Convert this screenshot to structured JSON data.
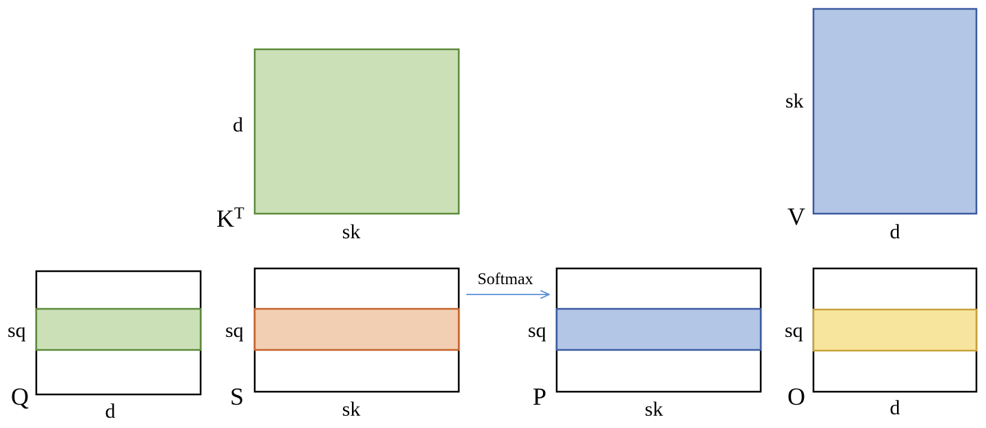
{
  "colors": {
    "green_fill": "#cce0b8",
    "green_stroke": "#5b8a3a",
    "blue_fill": "#b4c6e5",
    "blue_stroke": "#3a5a9f",
    "orange_fill": "#f2cfb3",
    "orange_stroke": "#c4622a",
    "yellow_fill": "#f7e59e",
    "yellow_stroke": "#c9a23a",
    "arrow": "#5b8fd6"
  },
  "matrices": {
    "kt": {
      "name": "K",
      "superscript": "T",
      "row_dim": "d",
      "col_dim": "sk"
    },
    "v": {
      "name": "V",
      "row_dim": "sk",
      "col_dim": "d"
    },
    "q": {
      "name": "Q",
      "row_dim": "sq",
      "col_dim": "d"
    },
    "s": {
      "name": "S",
      "row_dim": "sq",
      "col_dim": "sk"
    },
    "p": {
      "name": "P",
      "row_dim": "sq",
      "col_dim": "sk"
    },
    "o": {
      "name": "O",
      "row_dim": "sq",
      "col_dim": "d"
    }
  },
  "operation": {
    "label": "Softmax"
  }
}
